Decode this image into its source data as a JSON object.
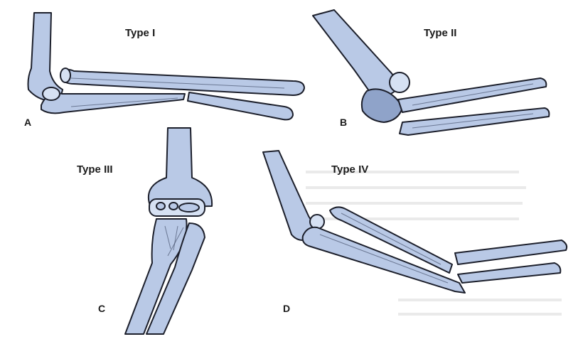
{
  "panels": [
    {
      "id": "A",
      "title": "Type I"
    },
    {
      "id": "B",
      "title": "Type II"
    },
    {
      "id": "C",
      "title": "Type III"
    },
    {
      "id": "D",
      "title": "Type IV"
    }
  ]
}
